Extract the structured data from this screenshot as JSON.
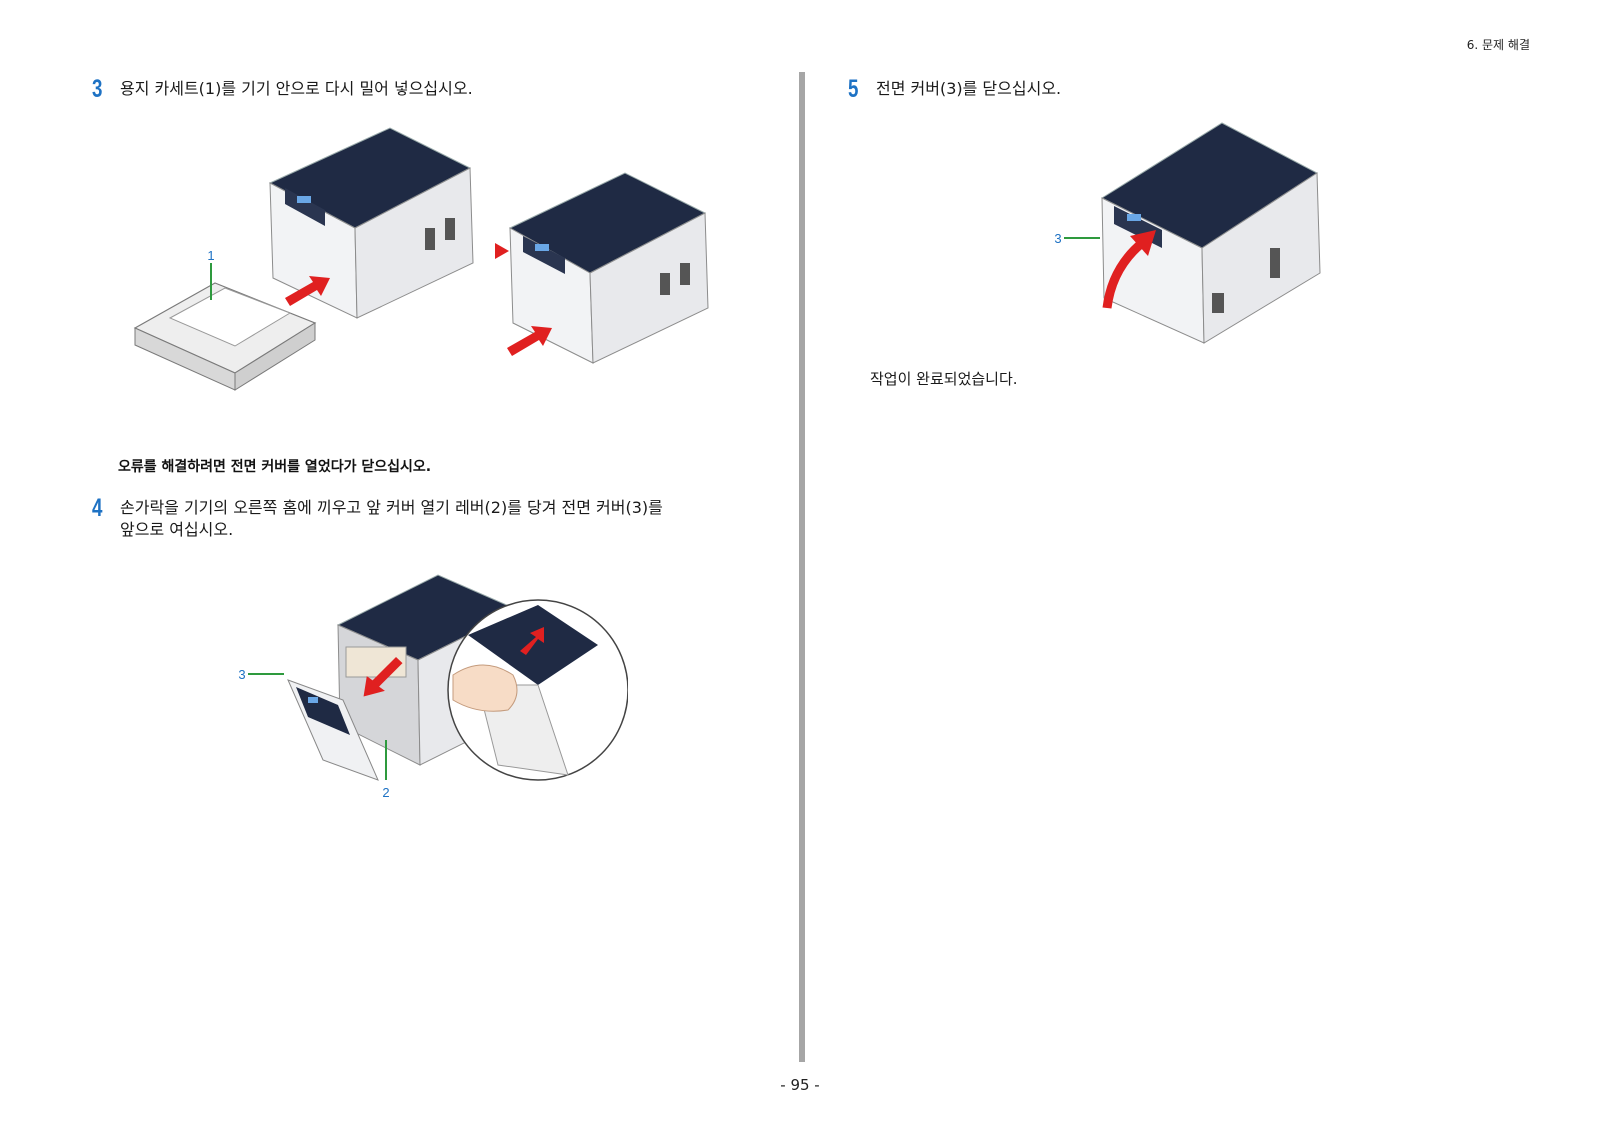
{
  "header": {
    "section": "6. 문제 해결"
  },
  "left": {
    "step3": {
      "num": "3",
      "text": "용지 카세트(1)를 기기 안으로 다시 밀어 넣으십시오."
    },
    "figure1": {
      "callout": "1"
    },
    "note": "오류를 해결하려면 전면 커버를 열었다가 닫으십시오.",
    "step4": {
      "num": "4",
      "line1": "손가락을 기기의 오른쪽 홈에 끼우고 앞 커버 열기 레버(2)를 당겨 전면 커버(3)를",
      "line2": "앞으로 여십시오."
    },
    "figure2": {
      "callout_cover": "3",
      "callout_lever": "2"
    }
  },
  "right": {
    "step5": {
      "num": "5",
      "text": "전면 커버(3)를 닫으십시오."
    },
    "figure3": {
      "callout": "3"
    },
    "done": "작업이 완료되었습니다."
  },
  "footer": {
    "page": "- 95 -"
  },
  "colors": {
    "accent": "#1e72c4",
    "arrow": "#e02020",
    "leader": "#2e9a3e",
    "printer_top": "#1f2a44",
    "divider": "#a6a6a6"
  }
}
